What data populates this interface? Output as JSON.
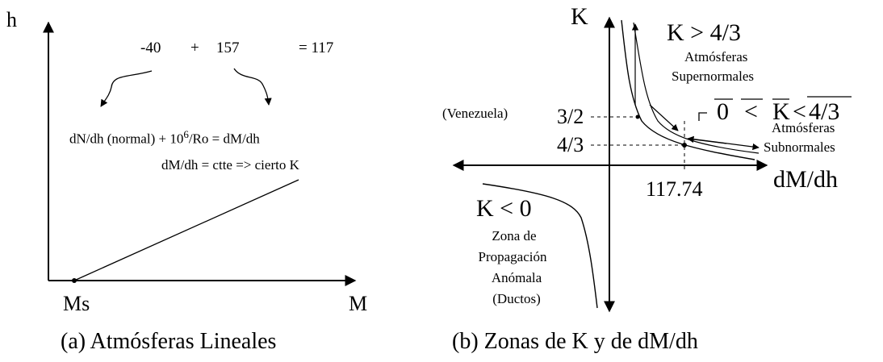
{
  "left_panel": {
    "axis_y_label": "h",
    "axis_x_label": "M",
    "origin_label": "Ms",
    "term_a": "-40",
    "plus": "+",
    "term_b": "157",
    "result": "= 117",
    "eq_left": "dN/dh (normal) + 10",
    "eq_exp": "6",
    "eq_right": "/Ro = dM/dh",
    "eq_line2": "dM/dh = ctte => cierto K",
    "caption": "(a) Atmósferas Lineales"
  },
  "right_panel": {
    "axis_y_label": "K",
    "axis_x_label": "dM/dh",
    "zone_super_cond": "K > 4/3",
    "zone_super_name1": "Atmósferas",
    "zone_super_name2": "Supernormales",
    "zone_sub_cond_0": "0",
    "zone_sub_cond_lt1": "<",
    "zone_sub_cond_k": "K",
    "zone_sub_cond_lt2": "<",
    "zone_sub_cond_43": "4/3",
    "zone_sub_name1": "Atmósferas",
    "zone_sub_name2": "Subnormales",
    "venezuela": "(Venezuela)",
    "tick_32": "3/2",
    "tick_43": "4/3",
    "tick_x": "117.74",
    "zone_neg_cond": "K < 0",
    "zone_neg_name1": "Zona de",
    "zone_neg_name2": "Propagación",
    "zone_neg_name3": "Anómala",
    "zone_neg_name4": "(Ductos)",
    "caption": "(b) Zonas de K y de dM/dh"
  }
}
